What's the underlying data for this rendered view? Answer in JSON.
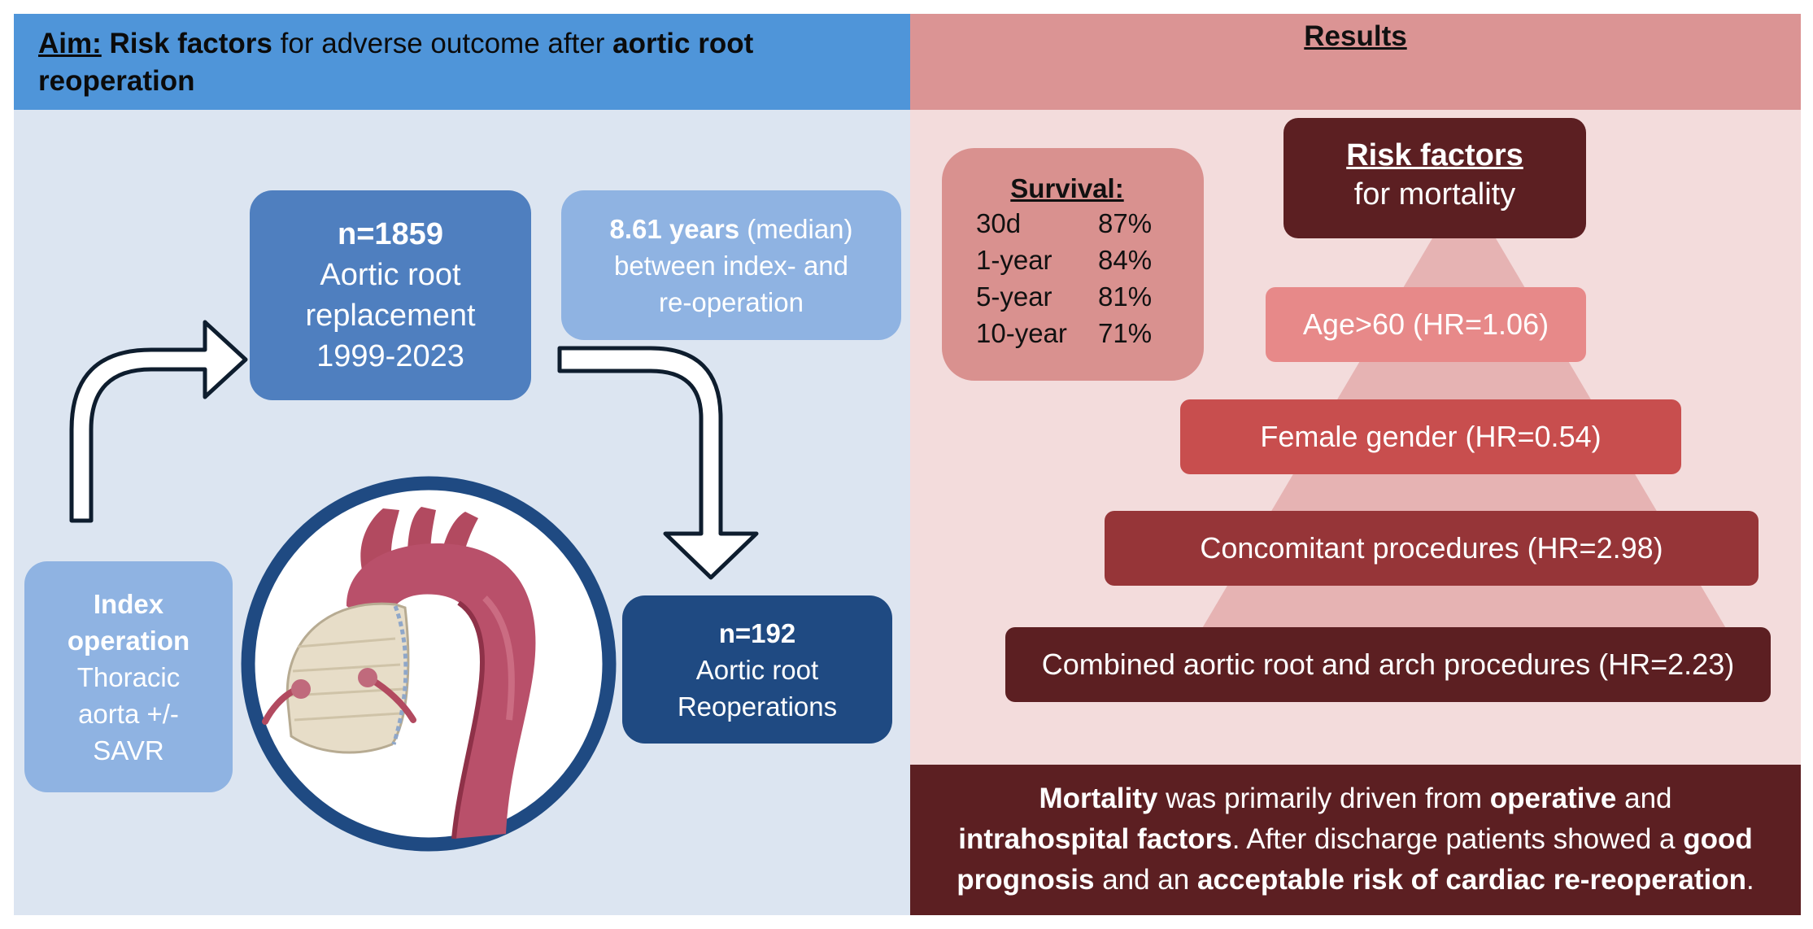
{
  "aim": {
    "label": "Aim:",
    "bold1": "Risk factors",
    "text1": "for adverse outcome after",
    "bold2": "aortic root reoperation"
  },
  "cohort": {
    "n": "n=1859",
    "line1": "Aortic root",
    "line2": "replacement",
    "years": "1999-2023"
  },
  "median": {
    "bold": "8.61 years",
    "suffix": "(median)",
    "line2": "between index- and",
    "line3": "re-operation"
  },
  "index_op": {
    "title1": "Index",
    "title2": "operation",
    "line1": "Thoracic",
    "line2": "aorta +/-",
    "line3": "SAVR"
  },
  "reop": {
    "n": "n=192",
    "line1": "Aortic root",
    "line2": "Reoperations"
  },
  "results": {
    "title": "Results"
  },
  "survival": {
    "title": "Survival:",
    "rows": [
      {
        "period": "30d",
        "value": "87%"
      },
      {
        "period": "1-year",
        "value": "84%"
      },
      {
        "period": "5-year",
        "value": "81%"
      },
      {
        "period": "10-year",
        "value": "71%"
      }
    ]
  },
  "risk": {
    "title": "Risk factors",
    "subtitle": "for mortality",
    "items": [
      "Age>60 (HR=1.06)",
      "Female gender (HR=0.54)",
      "Concomitant procedures (HR=2.98)",
      "Combined aortic root and arch procedures (HR=2.23)"
    ]
  },
  "conclusion": {
    "b1": "Mortality",
    "t1": "was primarily driven from",
    "b2": "operative",
    "t2": "and",
    "b3": "intrahospital factors",
    "t3": ". After discharge patients showed a",
    "b4": "good prognosis",
    "t4": "and an",
    "b5": "acceptable risk of cardiac re-reoperation",
    "t5": "."
  },
  "colors": {
    "aim_bar": "#4f95d9",
    "left_bg": "#dce5f1",
    "results_bar": "#db9494",
    "right_bg": "#f3dcdc",
    "dark_red": "#5c1f22",
    "navy": "#1f4a82"
  }
}
